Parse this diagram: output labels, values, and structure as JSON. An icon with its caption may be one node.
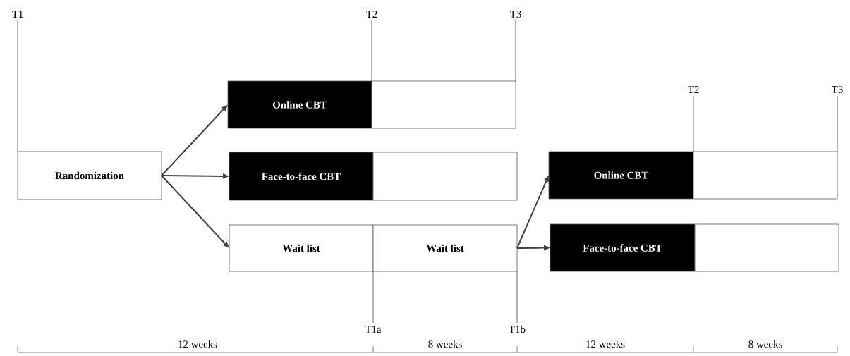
{
  "diagram": {
    "nodes": [
      {
        "text": [
          "Randomization"
        ]
      },
      {
        "text": [
          "Online CBT"
        ]
      },
      {
        "text": [],
        "shape": "box"
      },
      {
        "text": [
          "Face-to-face CBT"
        ]
      },
      {
        "text": [],
        "shape": "box"
      },
      {
        "text": [
          "Wait list"
        ]
      },
      {
        "text": [
          "Wait list"
        ]
      },
      {
        "text": [
          "Online CBT"
        ]
      },
      {
        "text": [],
        "shape": "box"
      },
      {
        "text": [
          "Face-to-face CBT"
        ]
      },
      {
        "text": [],
        "shape": "box"
      },
      {
        "text": [
          "T1"
        ]
      },
      {
        "text": [
          "T2"
        ]
      },
      {
        "text": [
          "T3"
        ]
      },
      {
        "text": [
          "T2"
        ]
      },
      {
        "text": [
          "T3"
        ]
      },
      {
        "text": [
          "T1a"
        ]
      },
      {
        "text": [
          "T1b"
        ]
      }
    ],
    "edges": [
      {
        "from": 0,
        "to": 1,
        "arrow": "to"
      },
      {
        "from": 0,
        "to": 3,
        "arrow": "to"
      },
      {
        "from": 0,
        "to": 5,
        "arrow": "to"
      },
      {
        "from": 6,
        "to": 7,
        "arrow": "to"
      },
      {
        "from": 6,
        "to": 9,
        "arrow": "to"
      },
      {
        "from": 11,
        "to": 0,
        "arrow": "none"
      },
      {
        "from": 12,
        "to": 2,
        "arrow": "none"
      },
      {
        "from": 13,
        "to": 2,
        "arrow": "none"
      },
      {
        "from": 14,
        "to": 8,
        "arrow": "none"
      },
      {
        "from": 15,
        "to": 8,
        "arrow": "none"
      },
      {
        "from": 6,
        "to": 16,
        "arrow": "none"
      },
      {
        "from": 6,
        "to": 17,
        "arrow": "none"
      }
    ],
    "labels": [
      "12 weeks",
      "8 weeks",
      "12 weeks",
      "8 weeks"
    ]
  }
}
